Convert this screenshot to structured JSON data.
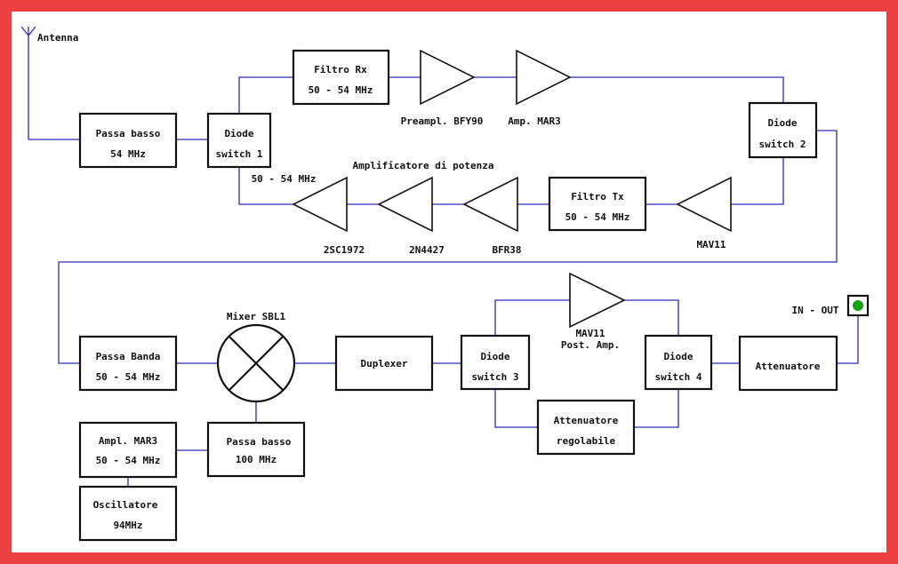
{
  "frame_color": "#ec3f42",
  "wire_color": "#2b2bb8",
  "connector_color": "#18a018",
  "labels": {
    "antenna": "Antenna",
    "in_out": "IN - OUT",
    "band_50_54": "50 - 54 MHz",
    "power_amp": "Amplificatore di potenza",
    "mixer": "Mixer SBL1",
    "mav11_post_1": "MAV11",
    "mav11_post_2": "Post. Amp."
  },
  "blocks": {
    "lowpass54": {
      "line1": "Passa basso",
      "line2": "54 MHz"
    },
    "diode1": {
      "line1": "Diode",
      "line2": "switch 1"
    },
    "filtro_rx": {
      "line1": "Filtro Rx",
      "line2": "50 - 54 MHz"
    },
    "diode2": {
      "line1": "Diode",
      "line2": "switch 2"
    },
    "filtro_tx": {
      "line1": "Filtro Tx",
      "line2": "50 - 54 MHz"
    },
    "passa_banda": {
      "line1": "Passa Banda",
      "line2": "50 - 54 MHz"
    },
    "duplexer": {
      "line1": "Duplexer"
    },
    "diode3": {
      "line1": "Diode",
      "line2": "switch 3"
    },
    "diode4": {
      "line1": "Diode",
      "line2": "switch 4"
    },
    "attenuatore": {
      "line1": "Attenuatore"
    },
    "att_reg": {
      "line1": "Attenuatore",
      "line2": "regolabile"
    },
    "ampl_mar3": {
      "line1": "Ampl. MAR3",
      "line2": "50 - 54 MHz"
    },
    "lowpass100": {
      "line1": "Passa basso",
      "line2": "100 MHz"
    },
    "oscillatore": {
      "line1": "Oscillatore",
      "line2": "94MHz"
    }
  },
  "amplifiers": {
    "preampl": "Preampl. BFY90",
    "amp_mar3": "Amp. MAR3",
    "q2sc1972": "2SC1972",
    "q2n4427": "2N4427",
    "bfr38": "BFR38",
    "mav11_tx": "MAV11"
  }
}
